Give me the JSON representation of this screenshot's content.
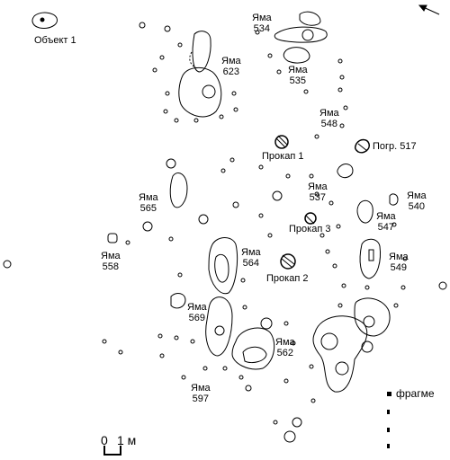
{
  "features": {
    "object1": "Объект 1",
    "pit534": [
      "Яма",
      "534"
    ],
    "pit623": [
      "Яма",
      "623"
    ],
    "pit535": [
      "Яма",
      "535"
    ],
    "pit548": [
      "Яма",
      "548"
    ],
    "burial517": "Погр. 517",
    "prokap1": "Прокап 1",
    "pit537": [
      "Яма",
      "537"
    ],
    "pit540": [
      "Яма",
      "540"
    ],
    "pit565": [
      "Яма",
      "565"
    ],
    "pit547": [
      "Яма",
      "547"
    ],
    "prokap3": "Прокап 3",
    "pit558": [
      "Яма",
      "558"
    ],
    "pit564": [
      "Яма",
      "564"
    ],
    "pit549": [
      "Яма",
      "549"
    ],
    "prokap2": "Прокап 2",
    "pit569": [
      "Яма",
      "569"
    ],
    "pit562": [
      "Яма",
      "562"
    ],
    "pit597": [
      "Яма",
      "597"
    ]
  },
  "legend": {
    "item1": "фрагме"
  },
  "scale": {
    "zero": "0",
    "one_m": "1 м"
  }
}
